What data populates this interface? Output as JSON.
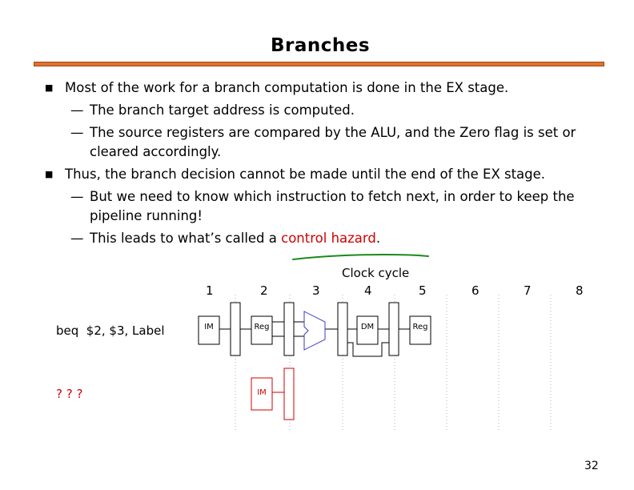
{
  "slide": {
    "title": "Branches",
    "bullets": [
      {
        "text": "Most of the work for a branch computation is done in the EX stage.",
        "subs": [
          "The branch target address is computed.",
          "The source registers are compared by the ALU, and the Zero flag is set or cleared accordingly."
        ]
      },
      {
        "text": "Thus, the branch decision cannot be made until the end of the EX stage.",
        "subs": [
          "But we need to know which instruction to fetch next, in order to keep the pipeline running!"
        ]
      }
    ],
    "last_sub": {
      "prefix": "This leads to what’s called a ",
      "highlight": "control hazard",
      "suffix": "."
    },
    "page_number": "32"
  },
  "diagram": {
    "caption": "Clock cycle",
    "cycles": [
      "1",
      "2",
      "3",
      "4",
      "5",
      "6",
      "7",
      "8"
    ],
    "instructions": [
      {
        "label": "beq  $2, $3, Label",
        "stages": [
          "IM",
          "Reg",
          "DM",
          "Reg"
        ]
      },
      {
        "label": "? ? ?",
        "stages": [
          "IM"
        ]
      }
    ],
    "colors": {
      "accent_bar": "#e07030",
      "hazard": "#d00000",
      "alu": "#3a3acc",
      "underline": "#1a8a1a"
    }
  }
}
